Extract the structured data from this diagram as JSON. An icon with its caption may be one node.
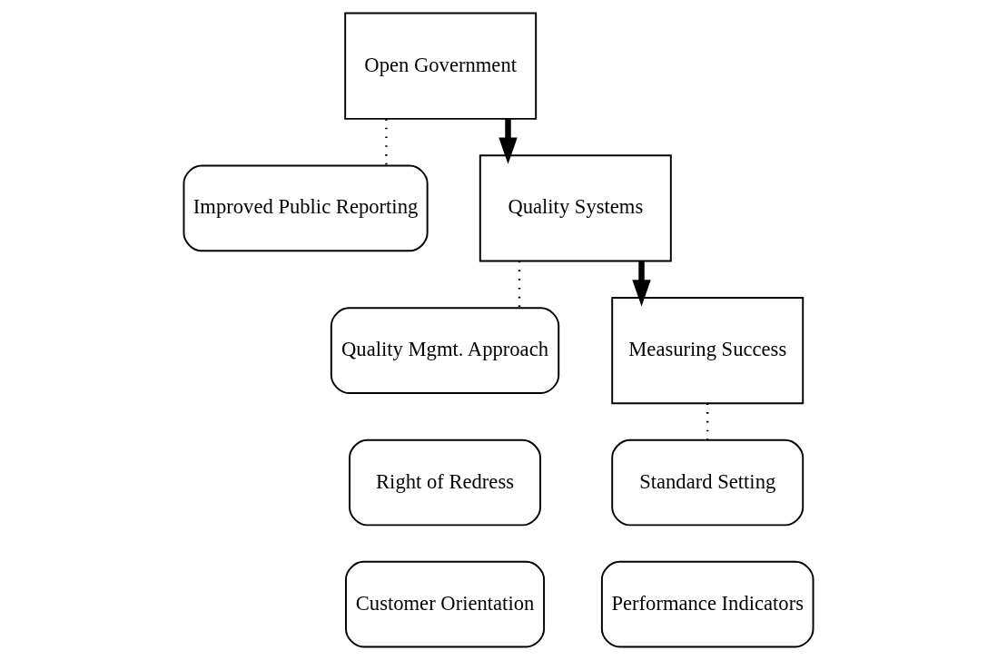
{
  "diagram": {
    "nodes": [
      {
        "text": [
          "Open Government"
        ]
      },
      {
        "text": [
          "Improved Public Reporting"
        ]
      },
      {
        "text": [
          "Quality Systems"
        ]
      },
      {
        "text": [
          "Quality Mgmt. Approach"
        ]
      },
      {
        "text": [
          "Right of Redress"
        ]
      },
      {
        "text": [
          "Customer Orientation"
        ]
      },
      {
        "text": [
          "Measuring Success"
        ]
      },
      {
        "text": [
          "Standard Setting"
        ]
      },
      {
        "text": [
          "Performance Indicators"
        ]
      }
    ],
    "edges": [
      {
        "from": 0,
        "to": 2,
        "arrow": "to",
        "style": "thick"
      },
      {
        "from": 0,
        "to": 1,
        "arrow": "none",
        "style": "dashed"
      },
      {
        "from": 2,
        "to": 6,
        "arrow": "to",
        "style": "thick"
      },
      {
        "from": 2,
        "to": 3,
        "arrow": "none",
        "style": "dashed"
      },
      {
        "from": 6,
        "to": 7,
        "arrow": "none",
        "style": "dashed"
      }
    ]
  }
}
